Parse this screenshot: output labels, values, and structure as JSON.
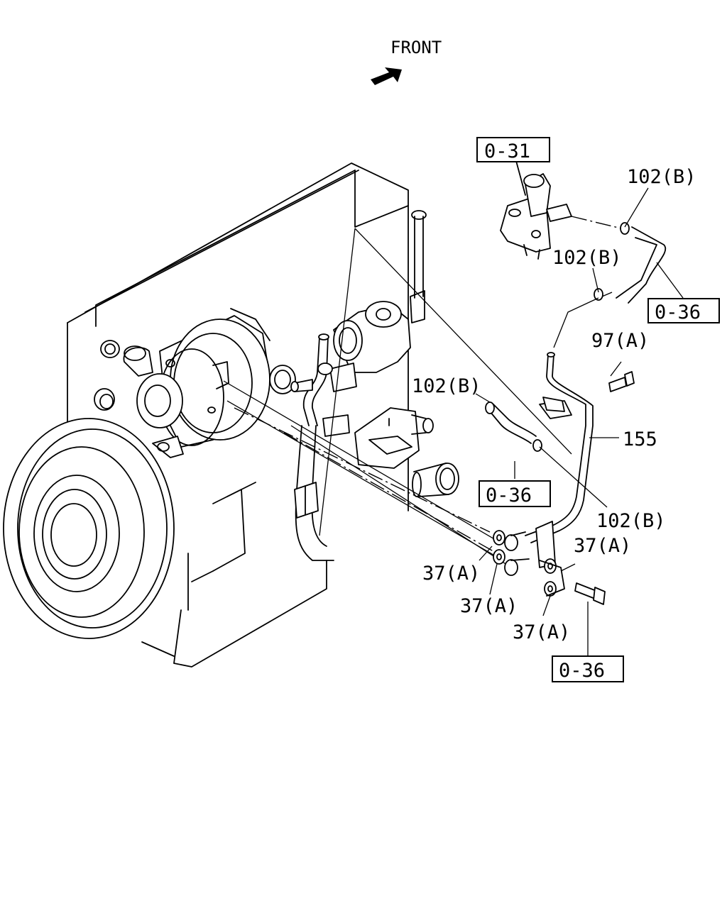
{
  "direction_label": "FRONT",
  "ref_boxes": [
    "0-31",
    "0-36",
    "0-36",
    "0-36"
  ],
  "part_labels": {
    "clip_102b_top": "102(B)",
    "clip_102b_mid": "102(B)",
    "bolt_97a": "97(A)",
    "clip_102b_left": "102(B)",
    "pipe_155": "155",
    "clip_102b_low": "102(B)",
    "washer_37a_r": "37(A)",
    "washer_37a_l": "37(A)",
    "washer_37a_c": "37(A)",
    "washer_37a_b": "37(A)"
  },
  "icons": {
    "front_arrow": "front-arrow-icon"
  }
}
